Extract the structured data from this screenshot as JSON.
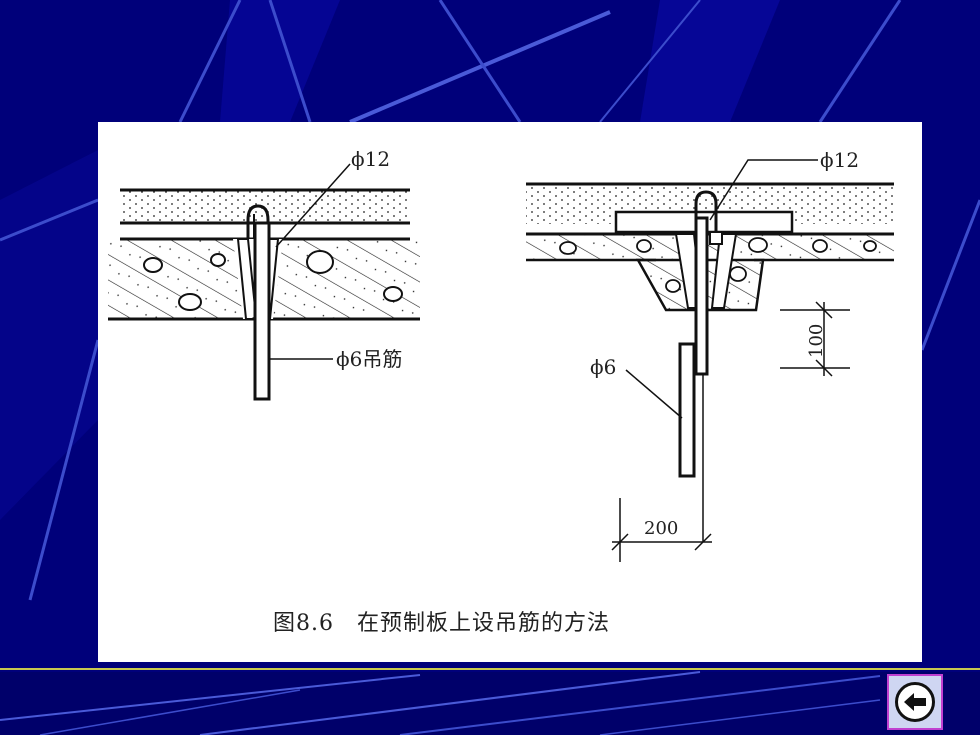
{
  "figure": {
    "left_rebar_label": "ϕ12",
    "left_hanger_label": "ϕ6吊筋",
    "right_rebar_label": "ϕ12",
    "right_hanger_label": "ϕ6",
    "dim_vertical": "100",
    "dim_horizontal": "200",
    "caption": "图8.6　在预制板上设吊筋的方法"
  },
  "nav": {
    "back_icon": "arrow-left-icon"
  }
}
